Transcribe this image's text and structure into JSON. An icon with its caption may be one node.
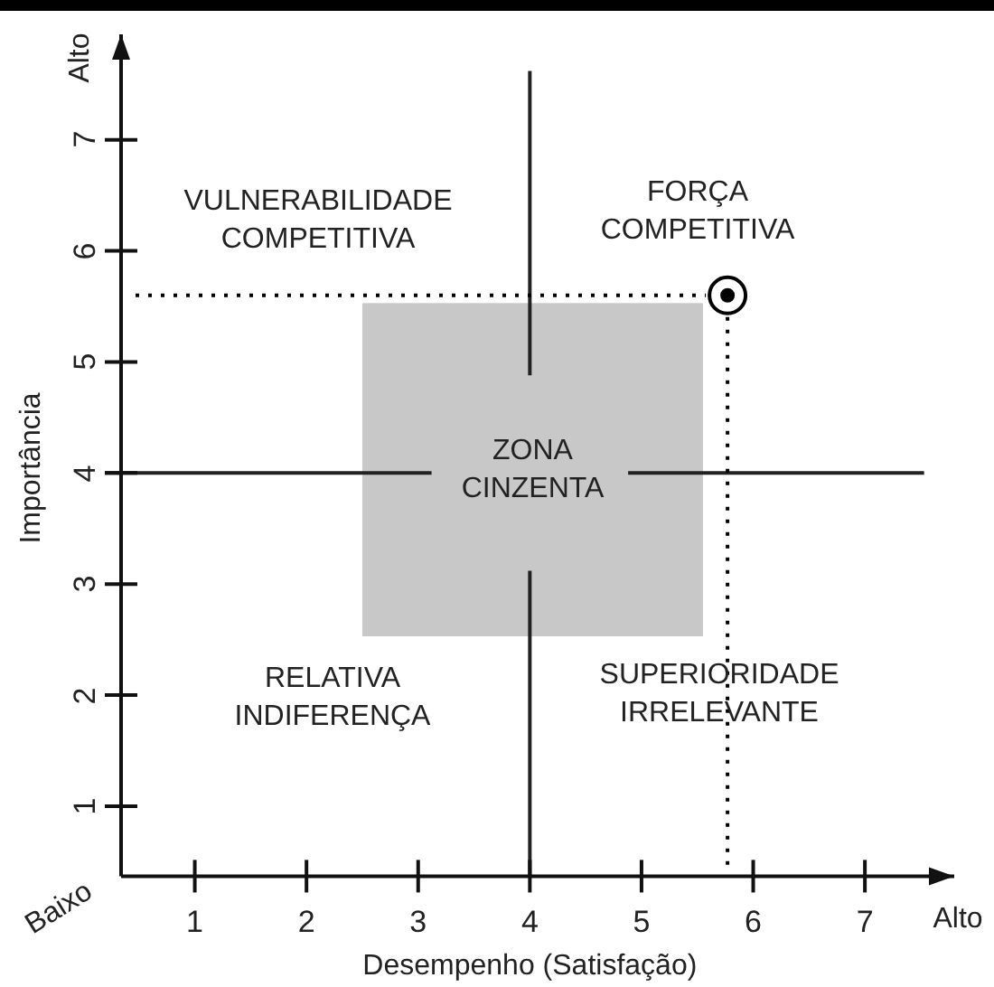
{
  "diagram": {
    "nodes": [
      {
        "text": [
          "ZONA CINZENTA"
        ]
      }
    ],
    "labels": [
      "Alto",
      "VULNERABILIDADE COMPETITIVA",
      "FORÇA COMPETITIVA",
      "RELATIVA INDIFERENÇA",
      "SUPERIORIDADE IRRELEVANTE",
      "Baixo",
      "Alto"
    ],
    "chart_data": {
      "type": "scatter",
      "xlabel": "Desempenho (Satisfação)",
      "ylabel": "Importância",
      "xlim": [
        0.34,
        7.8
      ],
      "ylim": [
        0.37,
        7.95
      ],
      "xticks": [
        1,
        2,
        3,
        4,
        5,
        6,
        7
      ],
      "yticks": [
        1,
        2,
        3,
        4,
        5,
        6,
        7
      ],
      "x": [
        5.77
      ],
      "series": [
        {
          "color": "#000000",
          "values": [
            5.6
          ]
        }
      ]
    }
  }
}
